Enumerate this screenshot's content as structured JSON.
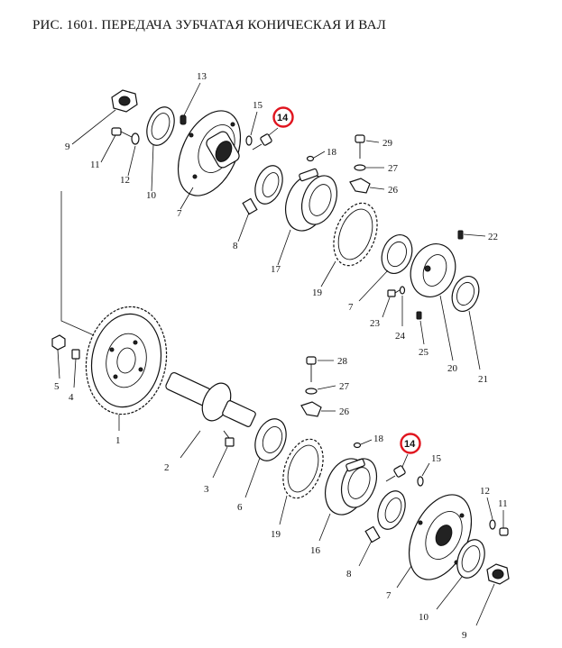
{
  "title": "РИС. 1601. ПЕРЕДАЧА ЗУБЧАТАЯ КОНИЧЕСКАЯ И ВАЛ",
  "highlight_color": "#e0141e",
  "labels": {
    "upper": {
      "p9": "9",
      "p11": "11",
      "p12": "12",
      "p10": "10",
      "p7": "7",
      "p13": "13",
      "p15": "15",
      "p14": "14",
      "p8": "8",
      "p17": "17",
      "p18": "18",
      "p29": "29",
      "p27": "27",
      "p26": "26",
      "p19": "19",
      "p7b": "7",
      "p22": "22",
      "p23": "23",
      "p24": "24",
      "p25": "25",
      "p20": "20",
      "p21": "21"
    },
    "lower": {
      "p5": "5",
      "p4": "4",
      "p1": "1",
      "p2": "2",
      "p3": "3",
      "p6": "6",
      "p28": "28",
      "p27": "27",
      "p26": "26",
      "p18": "18",
      "p14": "14",
      "p15": "15",
      "p19": "19",
      "p16": "16",
      "p8": "8",
      "p7": "7",
      "p12": "12",
      "p11": "11",
      "p10": "10",
      "p9": "9"
    }
  }
}
